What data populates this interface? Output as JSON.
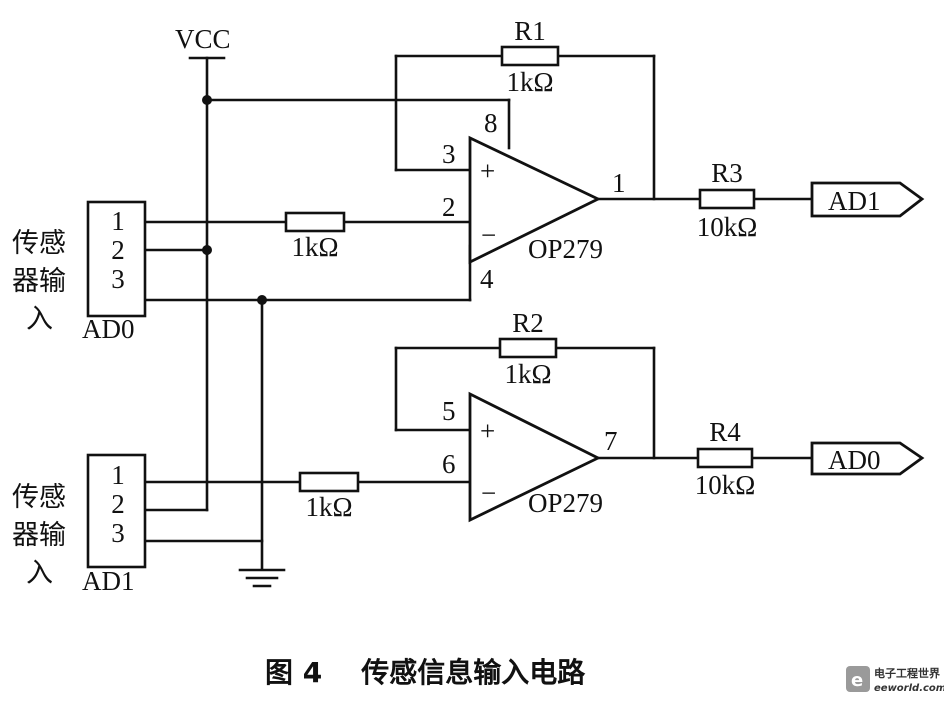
{
  "supply": {
    "label": "VCC"
  },
  "connectors": [
    {
      "name": "AD0",
      "pins": [
        "1",
        "2",
        "3"
      ],
      "sensor_label": [
        "传感",
        "器输",
        "入"
      ]
    },
    {
      "name": "AD1",
      "pins": [
        "1",
        "2",
        "3"
      ],
      "sensor_label": [
        "传感",
        "器输",
        "入"
      ]
    }
  ],
  "resistors": [
    {
      "ref": "R1",
      "value": "1kΩ"
    },
    {
      "ref": "R2",
      "value": "1kΩ"
    },
    {
      "ref": "R3",
      "value": "10kΩ"
    },
    {
      "ref": "R4",
      "value": "10kΩ"
    },
    {
      "ref": "",
      "value": "1kΩ"
    },
    {
      "ref": "",
      "value": "1kΩ"
    }
  ],
  "opamps": [
    {
      "part": "OP279",
      "pins": {
        "noninv": "3",
        "inv": "2",
        "out": "1",
        "vplus": "8",
        "vminus": "4"
      }
    },
    {
      "part": "OP279",
      "pins": {
        "noninv": "5",
        "inv": "6",
        "out": "7"
      }
    }
  ],
  "symbols": {
    "plus": "+",
    "minus": "−"
  },
  "outputs": [
    "AD1",
    "AD0"
  ],
  "caption": "图 4    传感信息输入电路",
  "watermark": {
    "line1": "电子工程世界",
    "line2": "eeworld.com.cn"
  }
}
